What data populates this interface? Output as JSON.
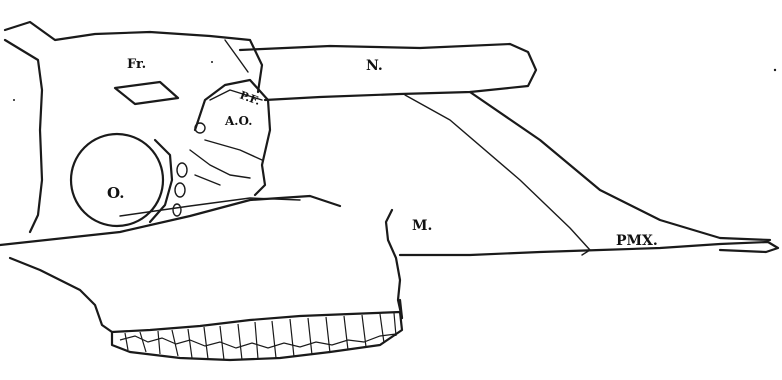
{
  "figure": {
    "background": "#ffffff",
    "ink": "#1a1a1a",
    "labels": {
      "frontal": "Fr.",
      "nasal": "N.",
      "prefrontal": "P.F.",
      "antorbital": "A.O.",
      "orbit": "O.",
      "maxilla": "M.",
      "premaxilla": "PMX."
    }
  }
}
